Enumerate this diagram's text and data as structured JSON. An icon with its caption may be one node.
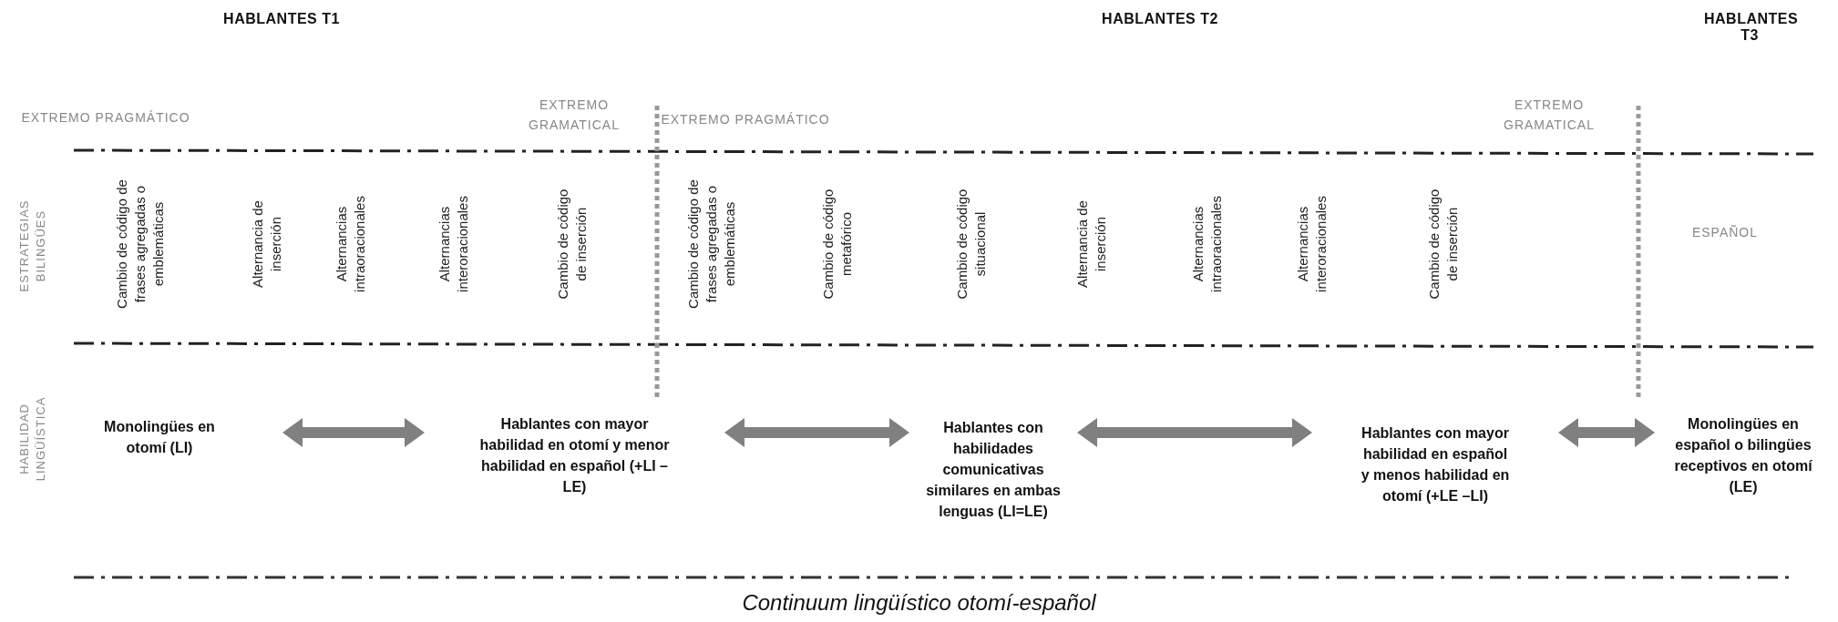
{
  "diagram": {
    "caption": "Continuum lingüístico otomí-español",
    "nodes": [
      {
        "text": [
          "Monolingües en otomí (LI)"
        ]
      },
      {
        "text": [
          "Hablantes con mayor habilidad en otomí y menor habilidad en español (+LI – LE)"
        ]
      },
      {
        "text": [
          "Hablantes con habilidades comunicativas similares en ambas lenguas (LI=LE)"
        ]
      },
      {
        "text": [
          "Hablantes con mayor habilidad en español y menos habilidad en otomí (+LE –LI)"
        ]
      },
      {
        "text": [
          "Monolingües en español o bilingües receptivos en otomí (LE)"
        ]
      }
    ],
    "edges": [
      {
        "from": 0,
        "to": 1,
        "arrow": "both"
      },
      {
        "from": 1,
        "to": 2,
        "arrow": "both"
      },
      {
        "from": 2,
        "to": 3,
        "arrow": "both"
      },
      {
        "from": 3,
        "to": 4,
        "arrow": "both"
      }
    ],
    "labels": [
      "HABLANTES T1",
      "HABLANTES T2",
      "HABLANTES T3",
      "EXTREMO PRAGMÁTICO",
      "EXTREMO GRAMATICAL",
      "EXTREMO PRAGMÁTICO",
      "EXTREMO GRAMATICAL",
      "ESTRATEGIAS BILINGÜES",
      "Cambio de código de frases agregadas o emblemáticas",
      "Alternancia de inserción",
      "Alternancias intraoracionales",
      "Alternancias interoracionales",
      "Cambio de código de inserción",
      "Cambio de código de frases agregadas o emblemáticas",
      "Cambio de código metafórico",
      "Cambio de código situacional",
      "Alternancia de inserción",
      "Alternancias intraoracionales",
      "Alternancias interoracionales",
      "Cambio de código de inserción",
      "ESPAÑOL",
      "HABILIDAD LINGÜÍSTICA"
    ]
  }
}
